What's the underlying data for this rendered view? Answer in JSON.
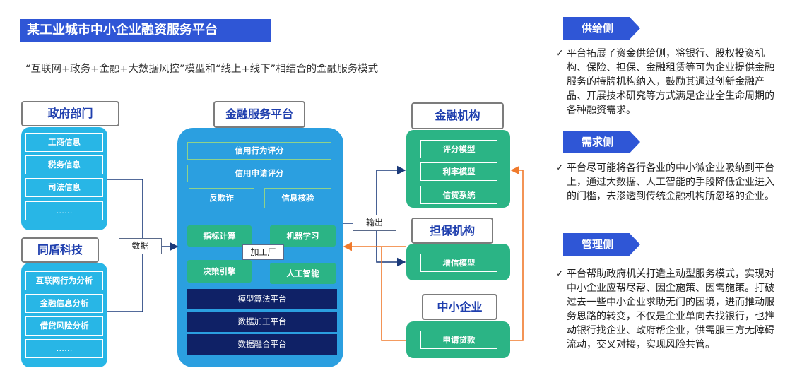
{
  "title": "某工业城市中小企业融资服务平台",
  "subtitle": "“互联网+政务+金融+大数据风控”模型和“线上+线下”相结合的金融服务模式",
  "government": {
    "header": "政府部门",
    "items": [
      "工商信息",
      "税务信息",
      "司法信息",
      "……"
    ]
  },
  "tongdun": {
    "header": "同盾科技",
    "items": [
      "互联网行为分析",
      "金融信息分析",
      "借贷风险分析",
      "……"
    ]
  },
  "platform": {
    "header": "金融服务平台",
    "credit_behavior": "信用行为评分",
    "credit_application": "信用申请评分",
    "anti_fraud": "反欺诈",
    "info_verify": "信息核验",
    "indicator_calc": "指标计算",
    "machine_learning": "机器学习",
    "decision_engine": "决策引擎",
    "ai": "人工智能",
    "factory": "加工厂",
    "model_platform": "模型算法平台",
    "data_processing": "数据加工平台",
    "data_fusion": "数据融合平台"
  },
  "labels": {
    "data": "数据",
    "output": "输出"
  },
  "finance_institutions": {
    "header": "金融机构",
    "items": [
      "评分模型",
      "利率模型",
      "信贷系统"
    ]
  },
  "guarantee": {
    "header": "担保机构",
    "items": [
      "增信模型"
    ]
  },
  "sme": {
    "header": "中小企业",
    "items": [
      "申请贷款"
    ]
  },
  "right": {
    "supply": {
      "tag": "供给侧",
      "text": "平台拓展了资金供给侧，将银行、股权投资机构、保险、担保、金融租赁等可为企业提供金融服务的持牌机构纳入，鼓励其通过创新金融产品、开展技术研究等方式满足企业全生命周期的各种融资需求。"
    },
    "demand": {
      "tag": "需求侧",
      "text": "平台尽可能将各行各业的中小微企业吸纳到平台上，通过大数据、人工智能的手段降低企业进入的门槛，去渗透到传统金融机构所忽略的企业。"
    },
    "management": {
      "tag": "管理侧",
      "text": "平台帮助政府机关打造主动型服务模式，实现对中小企业应帮尽帮、因企施策、因需施策。打破过去一些中小企业求助无门的困境，进而推动服务思路的转变，不仅是企业单向去找银行，也推动银行找企业、政府帮企业，供需服三方无障碍流动，交叉对接，实现风险共管。"
    },
    "check_glyph": "✓"
  },
  "colors": {
    "title_bg": "#2f56d6",
    "cyan": "#28b6e6",
    "green": "#2bb485",
    "platform_blue": "#2b9fe0",
    "navy": "#0f2166",
    "dark_line": "#1b3a7a",
    "orange_line": "#f07a2c"
  }
}
